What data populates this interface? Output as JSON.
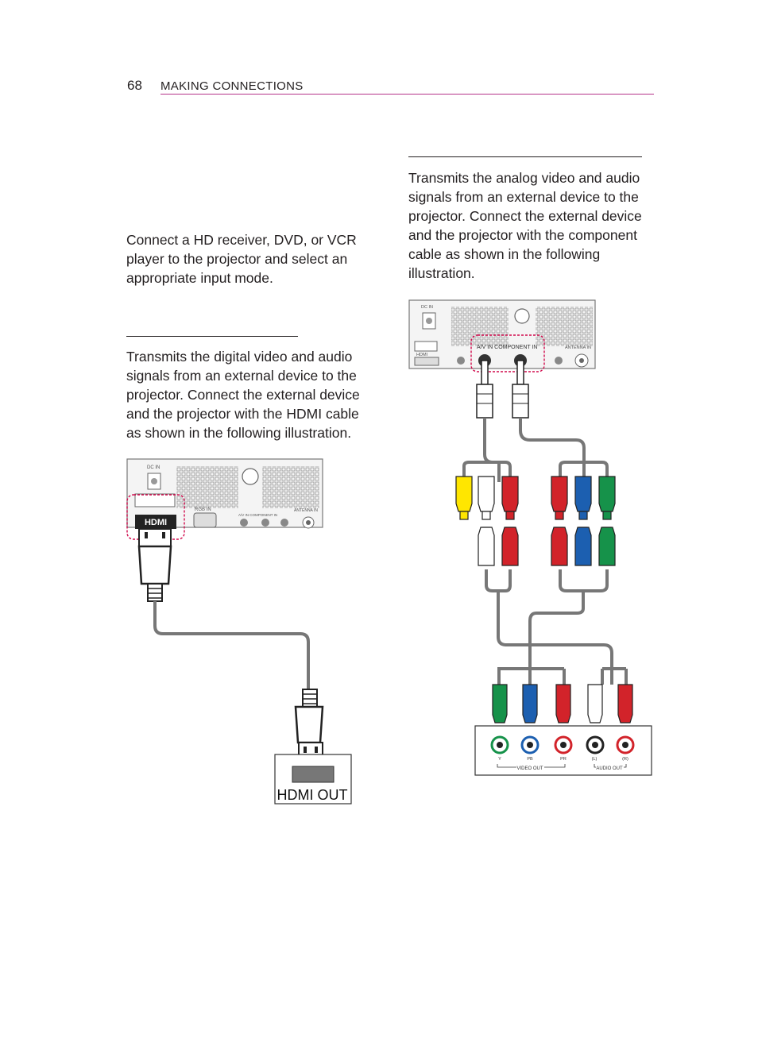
{
  "header": {
    "page_number": "68",
    "section": "MAKING CONNECTIONS"
  },
  "intro": {
    "text": "Connect a HD receiver, DVD, or VCR player to the projector and select an appropriate input mode."
  },
  "hdmi_section": {
    "text": "Transmits the digital video and audio signals from an external device to the projector. Connect the external device and the projector with the HDMI cable as shown in the following illustration."
  },
  "component_section": {
    "text": "Transmits the analog video and audio signals from an external device to the projector. Connect the external device and the projector with the component cable as shown in the following illustration."
  },
  "hdmi_figure": {
    "labels": {
      "dc_in": "DC IN",
      "hdmi_logo": "HDMI",
      "rgb_in": "RGB IN",
      "av_component": "A/V IN COMPONENT IN",
      "antenna_in": "ANTENNA IN",
      "hdmi_out": "HDMI OUT"
    }
  },
  "component_figure": {
    "labels": {
      "dc_in": "DC IN",
      "hdmi": "HDMI",
      "av_component": "A/V IN COMPONENT IN",
      "antenna_in": "ANTENNA IN",
      "y": "Y",
      "pb": "PB",
      "pr": "PR",
      "l": "(L)",
      "r": "(R)",
      "video_out": "VIDEO OUT",
      "audio_out": "AUDIO OUT"
    },
    "colors": {
      "yellow": "#ffe600",
      "white": "#ffffff",
      "red": "#d2232a",
      "blue": "#1c5fb0",
      "green": "#16924a"
    }
  }
}
